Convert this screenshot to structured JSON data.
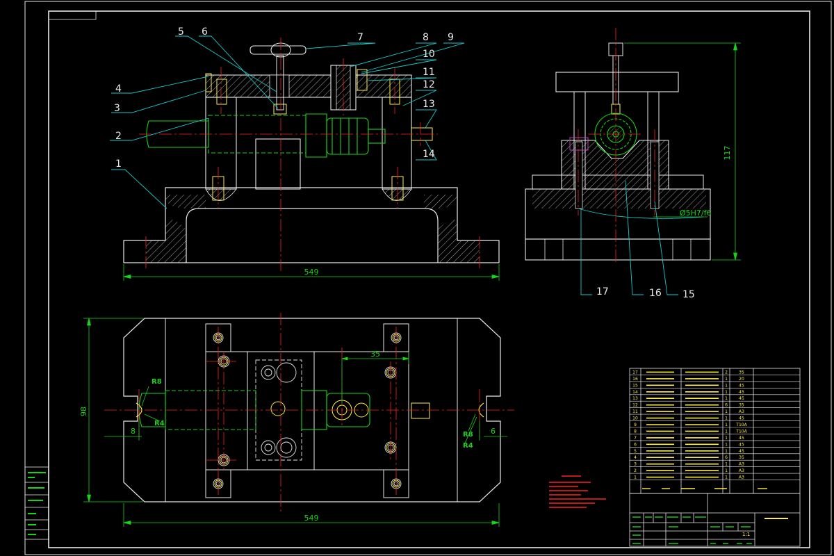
{
  "balloons": {
    "n1": "1",
    "n2": "2",
    "n3": "3",
    "n4": "4",
    "n5": "5",
    "n6": "6",
    "n7": "7",
    "n8": "8",
    "n9": "9",
    "n10": "10",
    "n11": "11",
    "n12": "12",
    "n13": "13",
    "n14": "14",
    "n15": "15",
    "n16": "16",
    "n17": "17"
  },
  "dimensions": {
    "front_width": "549",
    "top_width": "549",
    "top_height": "98",
    "side_height": "117",
    "slot_offset": "35",
    "left_slot": "8",
    "right_slot": "6",
    "bore_fit": "Ø5H7/f6",
    "r_left": "R8",
    "r_left2": "R4",
    "r_right": "R8",
    "r_right2": "R4"
  },
  "title_block": {
    "parts_rows": [
      {
        "no": "17",
        "code": "",
        "name": "",
        "qty": "2",
        "mat": "35"
      },
      {
        "no": "16",
        "code": "",
        "name": "",
        "qty": "1",
        "mat": "20"
      },
      {
        "no": "15",
        "code": "",
        "name": "",
        "qty": "1",
        "mat": "45"
      },
      {
        "no": "14",
        "code": "",
        "name": "",
        "qty": "1",
        "mat": "45"
      },
      {
        "no": "13",
        "code": "",
        "name": "",
        "qty": "1",
        "mat": "45"
      },
      {
        "no": "12",
        "code": "",
        "name": "",
        "qty": "6",
        "mat": "35"
      },
      {
        "no": "11",
        "code": "",
        "name": "",
        "qty": "1",
        "mat": "A3"
      },
      {
        "no": "10",
        "code": "",
        "name": "",
        "qty": "1",
        "mat": "45"
      },
      {
        "no": "9",
        "code": "",
        "name": "",
        "qty": "1",
        "mat": "T10A"
      },
      {
        "no": "8",
        "code": "",
        "name": "",
        "qty": "1",
        "mat": "T10A"
      },
      {
        "no": "7",
        "code": "",
        "name": "",
        "qty": "1",
        "mat": "45"
      },
      {
        "no": "6",
        "code": "",
        "name": "",
        "qty": "1",
        "mat": "45"
      },
      {
        "no": "5",
        "code": "",
        "name": "",
        "qty": "1",
        "mat": "45"
      },
      {
        "no": "4",
        "code": "",
        "name": "",
        "qty": "6",
        "mat": "35"
      },
      {
        "no": "3",
        "code": "",
        "name": "",
        "qty": "1",
        "mat": "A3"
      },
      {
        "no": "2",
        "code": "",
        "name": "",
        "qty": "1",
        "mat": "A3"
      },
      {
        "no": "1",
        "code": "",
        "name": "",
        "qty": "1",
        "mat": "A3"
      }
    ],
    "scale": "1:1"
  }
}
